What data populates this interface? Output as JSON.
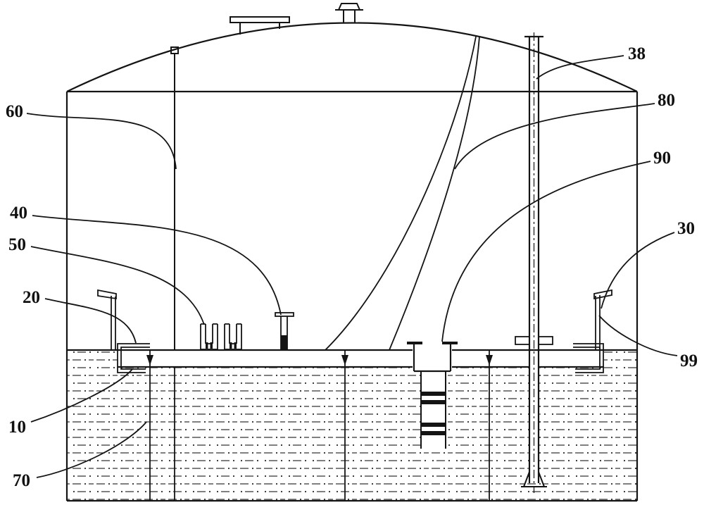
{
  "figure": {
    "kind": "patent-style technical line drawing",
    "subject": "Storage tank cross-section with domed roof, floating inner deck, guide pole, gauge pipe, deck fittings, support legs and liquid fill",
    "background_color": "#ffffff",
    "line_color": "#141414"
  },
  "labels": {
    "n38": "38",
    "n80": "80",
    "n90": "90",
    "n30": "30",
    "n99": "99",
    "n60": "60",
    "n40": "40",
    "n50": "50",
    "n20": "20",
    "n10": "10",
    "n70": "70"
  }
}
